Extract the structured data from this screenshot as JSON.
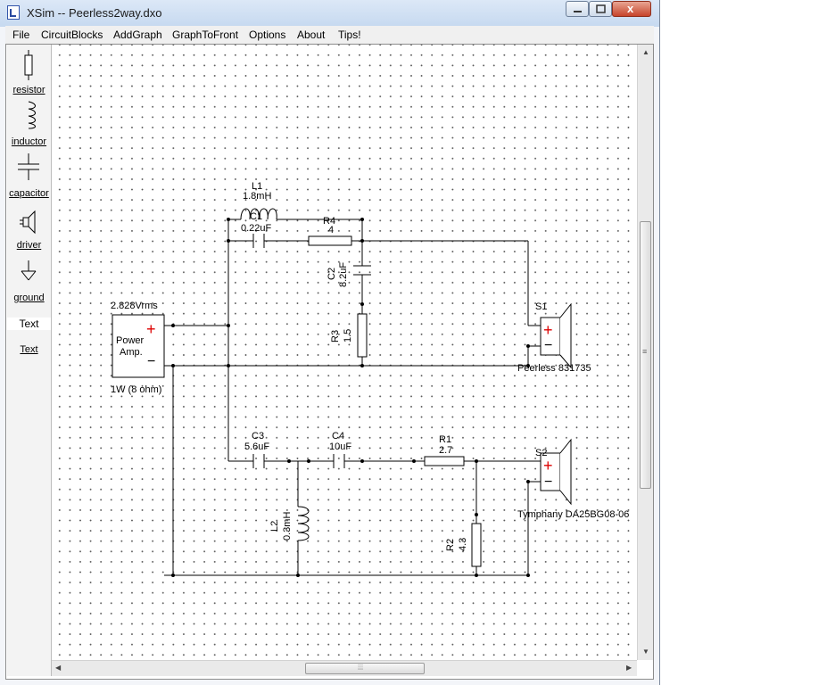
{
  "window": {
    "title": "XSim -- Peerless2way.dxo",
    "app_icon": "xsim-app-icon"
  },
  "caption_buttons": {
    "close_label": "x"
  },
  "menu": [
    {
      "label": "File"
    },
    {
      "label": "CircuitBlocks"
    },
    {
      "label": "AddGraph"
    },
    {
      "label": "GraphToFront"
    },
    {
      "label": "Options"
    },
    {
      "label": "About"
    },
    {
      "label": "Tips!"
    }
  ],
  "palette": [
    {
      "label": "resistor",
      "icon": "resistor-icon"
    },
    {
      "label": "inductor",
      "icon": "inductor-icon"
    },
    {
      "label": "capacitor",
      "icon": "capacitor-icon"
    },
    {
      "label": "driver",
      "icon": "driver-icon"
    },
    {
      "label": "ground",
      "icon": "ground-icon"
    },
    {
      "label": "Text",
      "icon": "text-icon",
      "icon_text": "Text"
    }
  ],
  "components": {
    "amp": {
      "voltage": "2.828Vrms",
      "name": "Power",
      "name2": "Amp.",
      "plus": "+",
      "minus": "−",
      "rating": "1W (8 ohm)"
    },
    "L1": {
      "ref": "L1",
      "value": "1.8mH"
    },
    "C1": {
      "ref": "C1",
      "value": "0.22uF"
    },
    "R4": {
      "ref": "R4",
      "value": "4"
    },
    "C2": {
      "ref": "C2",
      "value": "8.2uF"
    },
    "R3": {
      "ref": "R3",
      "value": "1.5"
    },
    "S1": {
      "ref": "S1",
      "model": "Peerless 831735",
      "plus": "+",
      "minus": "−"
    },
    "C3": {
      "ref": "C3",
      "value": "5.6uF"
    },
    "C4": {
      "ref": "C4",
      "value": "10uF"
    },
    "R1": {
      "ref": "R1",
      "value": "2.7"
    },
    "L2": {
      "ref": "L2",
      "value": "0.3mH"
    },
    "R2": {
      "ref": "R2",
      "value": "4.3"
    },
    "S2": {
      "ref": "S2",
      "model": "Tymphany DA25BG08-06",
      "plus": "+",
      "minus": "−"
    }
  },
  "scrollbar": {
    "grip": "≡",
    "hgrip": "⦙⦙⦙"
  },
  "colors": {
    "titlebar": "#c6d9f0",
    "polarity_plus": "#dd0000",
    "wire": "#000000"
  }
}
